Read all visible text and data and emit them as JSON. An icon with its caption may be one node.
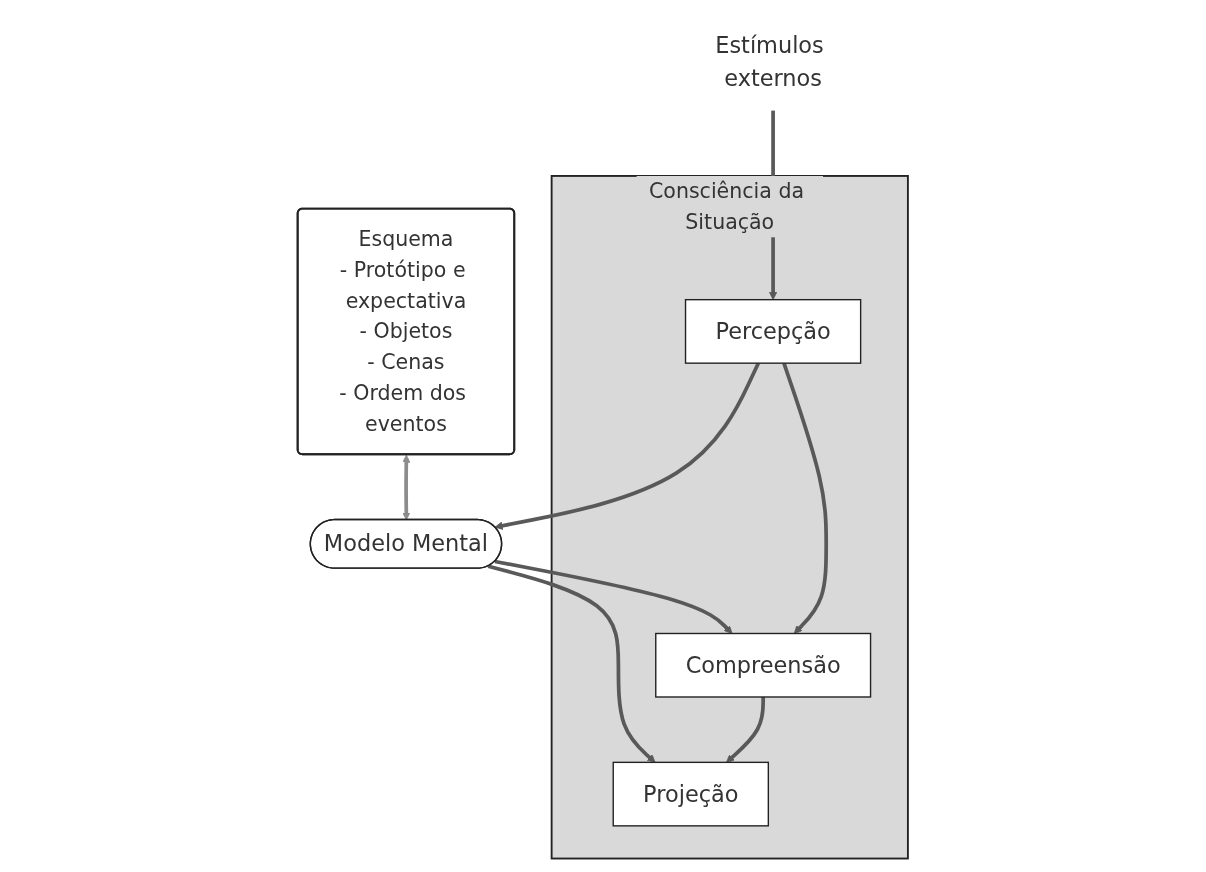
{
  "diagram": {
    "nodes": [
      {
        "text": [
          "Esquema",
          "- Protótipo e expectativa",
          "- Objetos",
          "- Cenas",
          "- Ordem dos eventos"
        ]
      },
      {
        "text": [
          "Modelo Mental"
        ]
      },
      {
        "text": [
          "Consciência da Situação"
        ]
      },
      {
        "text": [
          "Estímulos externos"
        ]
      },
      {
        "text": [
          "Percepção"
        ],
        "in": 2
      },
      {
        "text": [
          "Compreensão"
        ],
        "in": 2
      },
      {
        "text": [
          "Projeção"
        ],
        "in": 2
      }
    ],
    "edges": [
      {
        "from": 0,
        "to": 1,
        "arrow": "both",
        "color": "#8c8c8c"
      },
      {
        "from": 3,
        "to": 4,
        "arrow": "to"
      },
      {
        "from": 4,
        "to": 1,
        "arrow": "to"
      },
      {
        "from": 1,
        "to": 5,
        "arrow": "to"
      },
      {
        "from": 1,
        "to": 6,
        "arrow": "to"
      },
      {
        "from": 4,
        "to": 5,
        "arrow": "to"
      },
      {
        "from": 5,
        "to": 6,
        "arrow": "to"
      }
    ]
  }
}
